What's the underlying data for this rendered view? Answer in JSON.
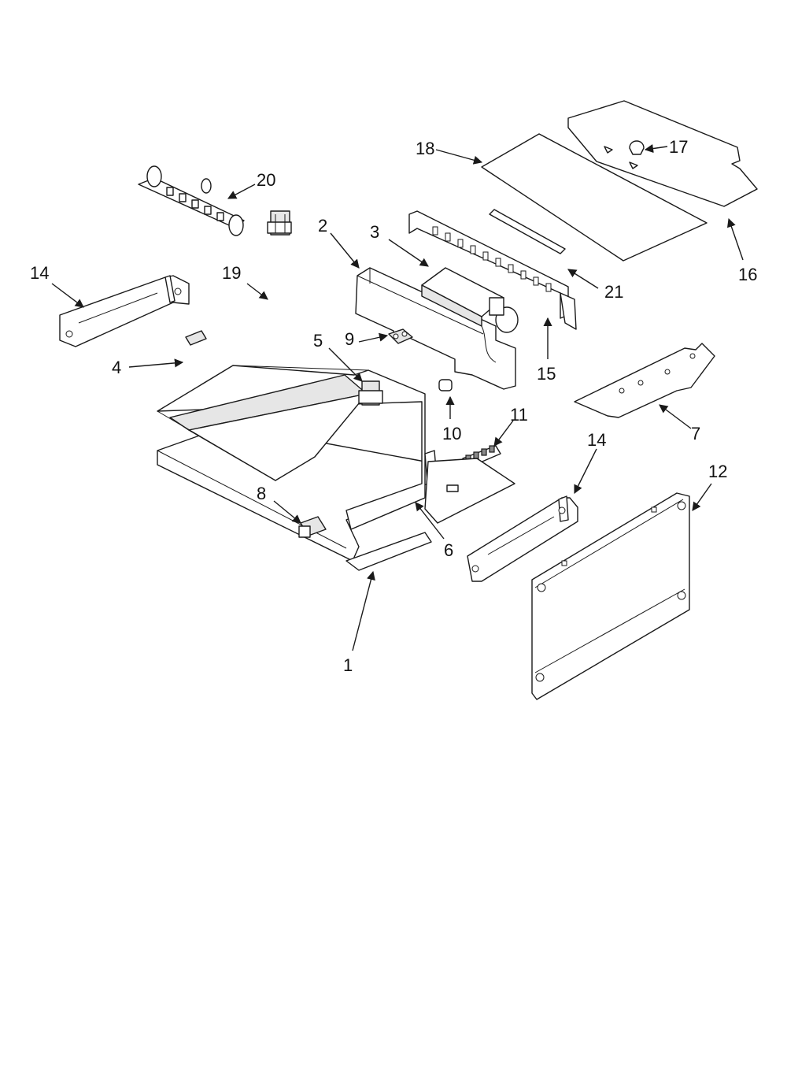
{
  "callouts": {
    "c1": "1",
    "c2": "2",
    "c3": "3",
    "c4": "4",
    "c5": "5",
    "c6": "6",
    "c7": "7",
    "c8": "8",
    "c9": "9",
    "c10": "10",
    "c11": "11",
    "c12": "12",
    "c14_left": "14",
    "c14_right": "14",
    "c15": "15",
    "c16": "16",
    "c17": "17",
    "c18": "18",
    "c19": "19",
    "c20": "20",
    "c21": "21"
  }
}
